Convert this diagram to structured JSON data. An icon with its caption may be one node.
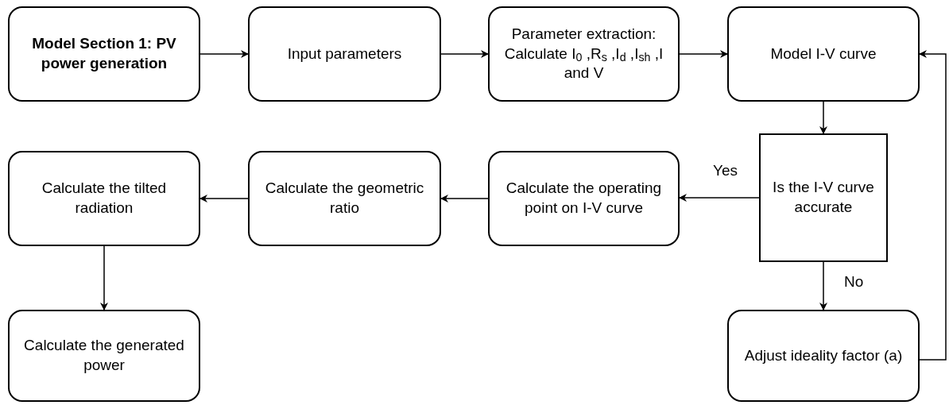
{
  "diagram": {
    "nodes": [
      {
        "text": [
          "Model Section 1: PV power generation"
        ]
      },
      {
        "text": [
          "Input parameters"
        ]
      },
      {
        "text": [
          "Parameter extraction: Calculate I$_{0}$ ,R$_{s}$ ,I$_{d}$ ,I$_{sh}$ ,I and V"
        ]
      },
      {
        "text": [
          "Model I-V curve"
        ]
      },
      {
        "text": [
          "Is the I-V curve accurate"
        ]
      },
      {
        "text": [
          "Calculate the operating point on I-V curve"
        ]
      },
      {
        "text": [
          "Calculate the geometric ratio"
        ]
      },
      {
        "text": [
          "Calculate the tilted radiation"
        ]
      },
      {
        "text": [
          "Calculate the generated power"
        ]
      },
      {
        "text": [
          "Adjust ideality factor (a)"
        ]
      }
    ],
    "edges": [
      {
        "from": 0,
        "to": 1,
        "arrow": "to"
      },
      {
        "from": 1,
        "to": 2,
        "arrow": "to"
      },
      {
        "from": 2,
        "to": 3,
        "arrow": "to"
      },
      {
        "from": 3,
        "to": 4,
        "arrow": "to"
      },
      {
        "from": 4,
        "to": 5,
        "arrow": "to",
        "label": "Yes"
      },
      {
        "from": 5,
        "to": 6,
        "arrow": "to"
      },
      {
        "from": 6,
        "to": 7,
        "arrow": "to"
      },
      {
        "from": 7,
        "to": 8,
        "arrow": "to"
      },
      {
        "from": 4,
        "to": 9,
        "arrow": "to",
        "label": "No"
      },
      {
        "from": 9,
        "to": 3,
        "arrow": "to"
      }
    ]
  }
}
